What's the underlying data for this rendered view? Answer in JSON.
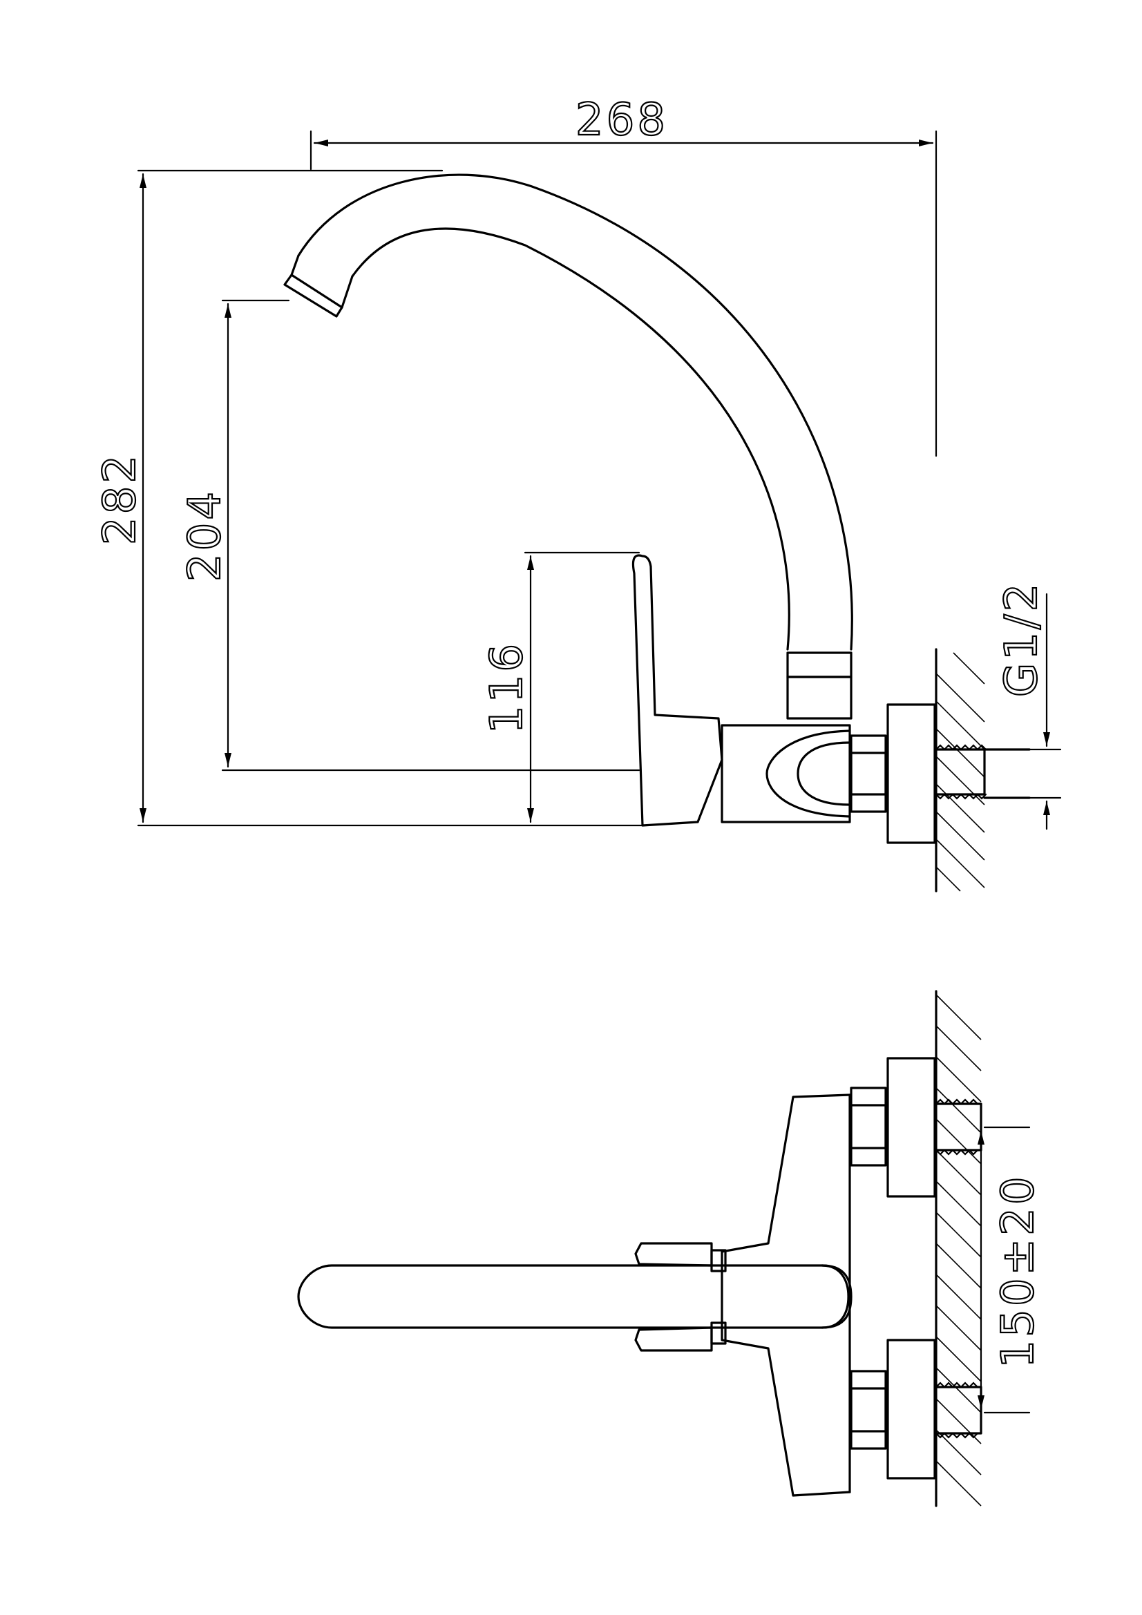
{
  "diagram": {
    "type": "technical-drawing",
    "subject": "wall-mounted faucet",
    "line_color": "#000000",
    "background_color": "#ffffff"
  },
  "dimensions": {
    "total_reach": "268",
    "total_height": "282",
    "spout_outlet_height": "204",
    "handle_height": "116",
    "inlet_thread": "G1/2",
    "inlet_spacing": "150±20"
  }
}
